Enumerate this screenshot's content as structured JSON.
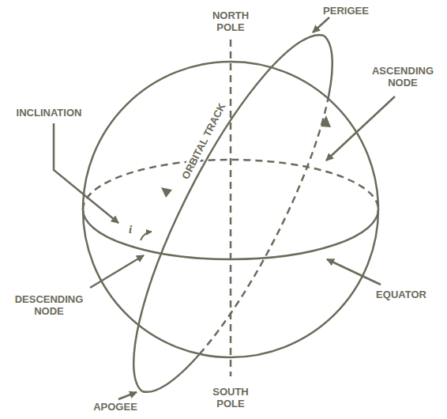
{
  "diagram": {
    "labels": [
      "NORTH POLE",
      "PERIGEE",
      "ASCENDING NODE",
      "INCLINATION",
      "ORBITAL TRACK",
      "i",
      "DESCENDING NODE",
      "EQUATOR",
      "APOGEE",
      "SOUTH POLE"
    ]
  }
}
